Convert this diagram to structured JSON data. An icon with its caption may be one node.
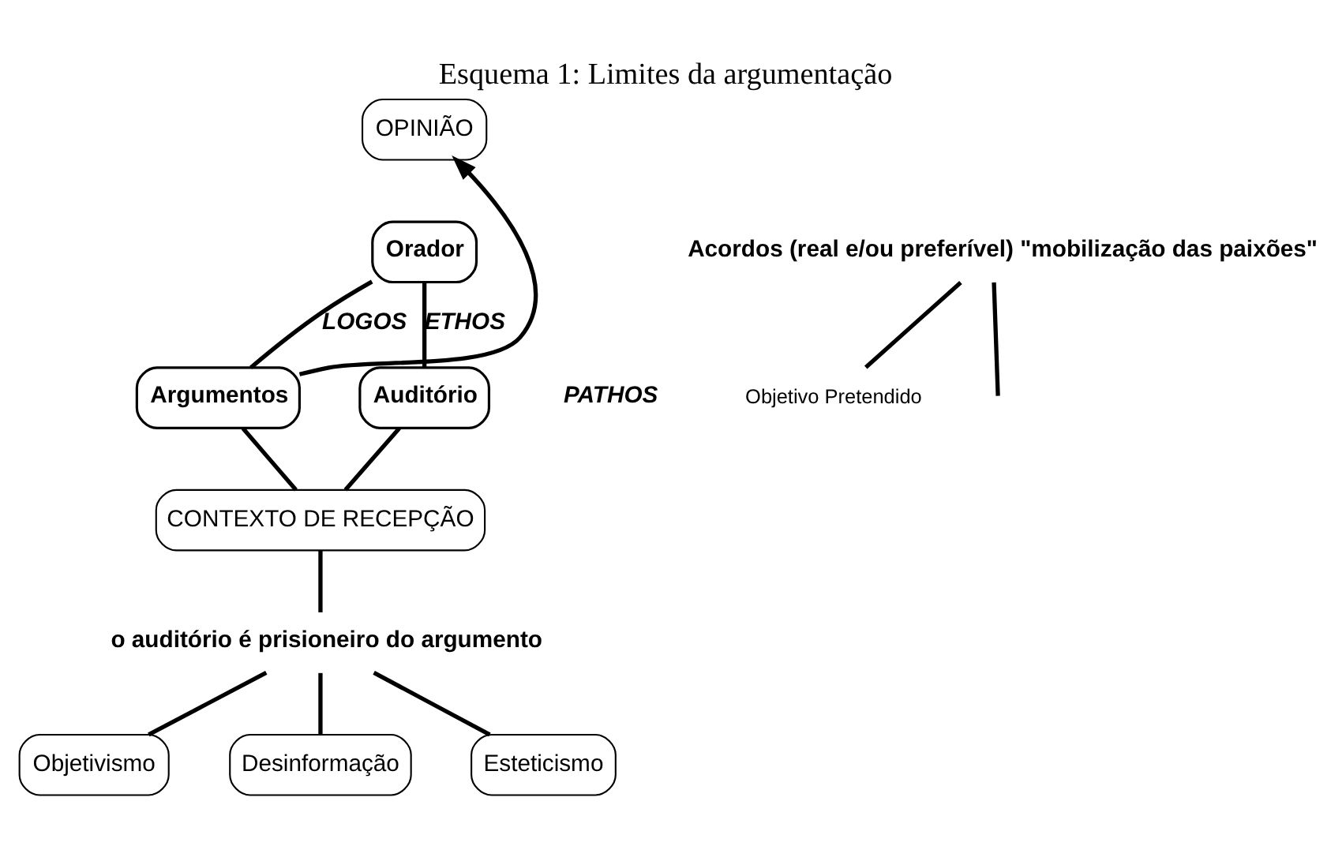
{
  "diagram": {
    "title": "Esquema 1: Limites da argumentação",
    "nodes": [
      {
        "text": [
          "OPINIÃO"
        ]
      },
      {
        "text": [
          "Orador"
        ]
      },
      {
        "text": [
          "Argumentos"
        ]
      },
      {
        "text": [
          "Auditório"
        ]
      },
      {
        "text": [
          "CONTEXTO DE RECEPÇÃO"
        ]
      },
      {
        "text": [
          "o auditório é prisioneiro do argumento"
        ]
      },
      {
        "text": [
          "Objetivismo"
        ]
      },
      {
        "text": [
          "Desinformação"
        ]
      },
      {
        "text": [
          "Esteticismo"
        ]
      },
      {
        "text": [
          "Acordos (real e/ou preferível) \"mobilização das paixões\""
        ]
      },
      {
        "text": [
          "Objetivo Pretendido"
        ]
      }
    ],
    "edges": [
      {
        "from": 2,
        "to": 0,
        "arrow": "to"
      },
      {
        "from": 1,
        "to": 2,
        "arrow": "none",
        "label": "LOGOS"
      },
      {
        "from": 1,
        "to": 3,
        "arrow": "none",
        "label": "ETHOS"
      },
      {
        "from": 2,
        "to": 4,
        "arrow": "none"
      },
      {
        "from": 3,
        "to": 4,
        "arrow": "none"
      },
      {
        "from": 4,
        "to": 5,
        "arrow": "none"
      },
      {
        "from": 5,
        "to": 6,
        "arrow": "none"
      },
      {
        "from": 5,
        "to": 7,
        "arrow": "none"
      },
      {
        "from": 5,
        "to": 8,
        "arrow": "none"
      },
      {
        "from": 9,
        "to": null,
        "arrow": "none"
      },
      {
        "from": 9,
        "to": 10,
        "arrow": "none"
      }
    ],
    "labels": [
      "PATHOS"
    ]
  }
}
